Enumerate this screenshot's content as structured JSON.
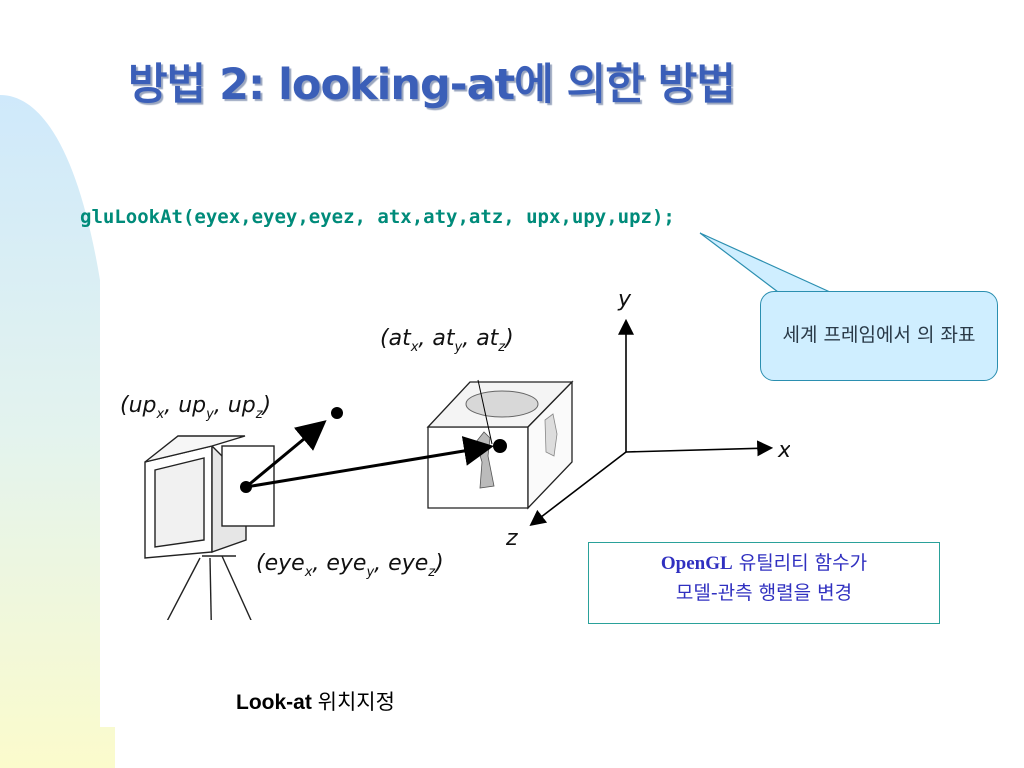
{
  "slide": {
    "title": "방법 2: looking-at에 의한 방법",
    "code": "gluLookAt(eyex,eyey,eyez, atx,aty,atz, upx,upy,upz);"
  },
  "callout": {
    "text": "세계 프레임에서 의 좌표"
  },
  "note": {
    "opengl": "OpenGL",
    "line1_rest": " 유틸리티 함수가",
    "line2": "모델-관측 행렬을 변경"
  },
  "caption": {
    "bold": "Look-at",
    "rest": " 위치지정"
  },
  "figure": {
    "axis_y": "y",
    "axis_x": "x",
    "axis_z": "z",
    "at": {
      "open": "(at",
      "s1": "x",
      "m1": ", at",
      "s2": "y",
      "m2": ", at",
      "s3": "z",
      "close": ")"
    },
    "up": {
      "open": "(up",
      "s1": "x",
      "m1": ", up",
      "s2": "y",
      "m2": ", up",
      "s3": "z",
      "close": ")"
    },
    "eye": {
      "open": "(eye",
      "s1": "x",
      "m1": ", eye",
      "s2": "y",
      "m2": ", eye",
      "s3": "z",
      "close": ")"
    }
  }
}
